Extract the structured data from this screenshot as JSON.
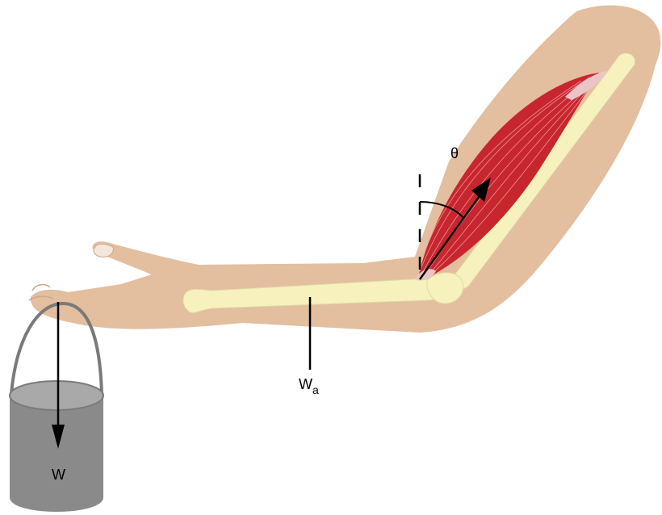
{
  "labels": {
    "theta": "θ",
    "arm_weight": "W",
    "arm_weight_sub": "a",
    "bucket_weight": "W"
  },
  "colors": {
    "skin": "#E3BE9F",
    "bone": "#F7F1BE",
    "muscle": "#C8262E",
    "bucket": "#8A8A8A",
    "bucket_top": "#A9A9A9",
    "arrow": "#000000"
  }
}
